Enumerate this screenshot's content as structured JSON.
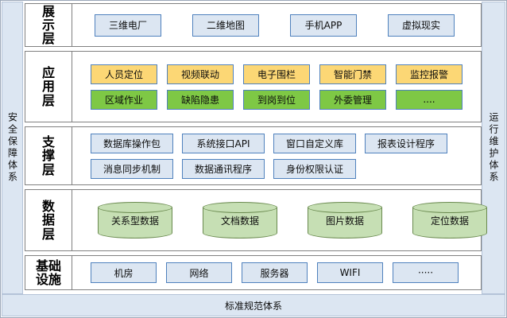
{
  "diagram": {
    "title_bottom": "标准规范体系",
    "side_left": "安全保障体系",
    "side_right": "运行维护体系",
    "colors": {
      "blue_fill": "#dce6f2",
      "blue_border": "#4f81bd",
      "yellow_fill": "#fcd775",
      "green_fill": "#7ec845",
      "cylinder_fill": "#c6dfb4",
      "cylinder_border": "#6a8a4f",
      "frame_border": "#808080",
      "band_fill": "#dce6f2"
    },
    "layers": [
      {
        "key": "display",
        "label": "展示层",
        "rows": [
          {
            "style": "blue",
            "items": [
              "三维电厂",
              "二维地图",
              "手机APP",
              "虚拟现实"
            ]
          }
        ]
      },
      {
        "key": "app",
        "label": "应用层",
        "rows": [
          {
            "style": "yellow",
            "items": [
              "人员定位",
              "视频联动",
              "电子围栏",
              "智能门禁",
              "监控报警"
            ]
          },
          {
            "style": "green",
            "items": [
              "区域作业",
              "缺陷隐患",
              "到岗到位",
              "外委管理",
              "...."
            ]
          }
        ]
      },
      {
        "key": "support",
        "label": "支撑层",
        "rows": [
          {
            "style": "blue",
            "items": [
              "数据库操作包",
              "系统接口API",
              "窗口自定义库",
              "报表设计程序"
            ]
          },
          {
            "style": "blue",
            "items": [
              "消息同步机制",
              "数据通讯程序",
              "身份权限认证"
            ]
          }
        ]
      },
      {
        "key": "data",
        "label": "数据层",
        "rows": [
          {
            "style": "cylinder",
            "items": [
              "关系型数据",
              "文档数据",
              "图片数据",
              "定位数据"
            ]
          }
        ]
      },
      {
        "key": "infra",
        "label": "基础设施",
        "rows": [
          {
            "style": "blue",
            "items": [
              "机房",
              "网络",
              "服务器",
              "WIFI",
              "·····"
            ]
          }
        ]
      }
    ]
  }
}
